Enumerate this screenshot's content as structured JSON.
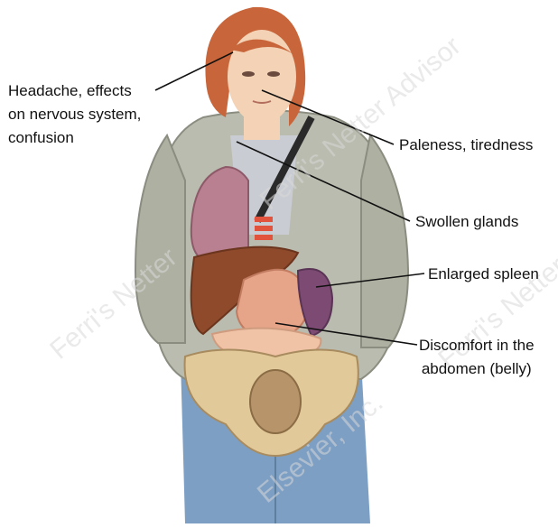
{
  "labels": {
    "headache": [
      "Headache, effects",
      "on nervous system,",
      "confusion"
    ],
    "paleness": "Paleness, tiredness",
    "glands": "Swollen glands",
    "spleen": "Enlarged spleen",
    "abdomen": [
      "Discomfort in the",
      "abdomen (belly)"
    ]
  },
  "watermark": [
    "Ferri's Netter Advisor",
    "Ferri's Netter",
    "Ferri's Netter",
    "Elsevier, Inc."
  ],
  "colors": {
    "hair": "#c8653a",
    "skin": "#f3d2b5",
    "jacket": "#b9bcae",
    "jeans": "#7d9fc4",
    "lung": "#b98091",
    "liver": "#8f4a2b",
    "spleen": "#7c4a73",
    "stomach": "#e6a488",
    "pelvis": "#e2c99a"
  }
}
